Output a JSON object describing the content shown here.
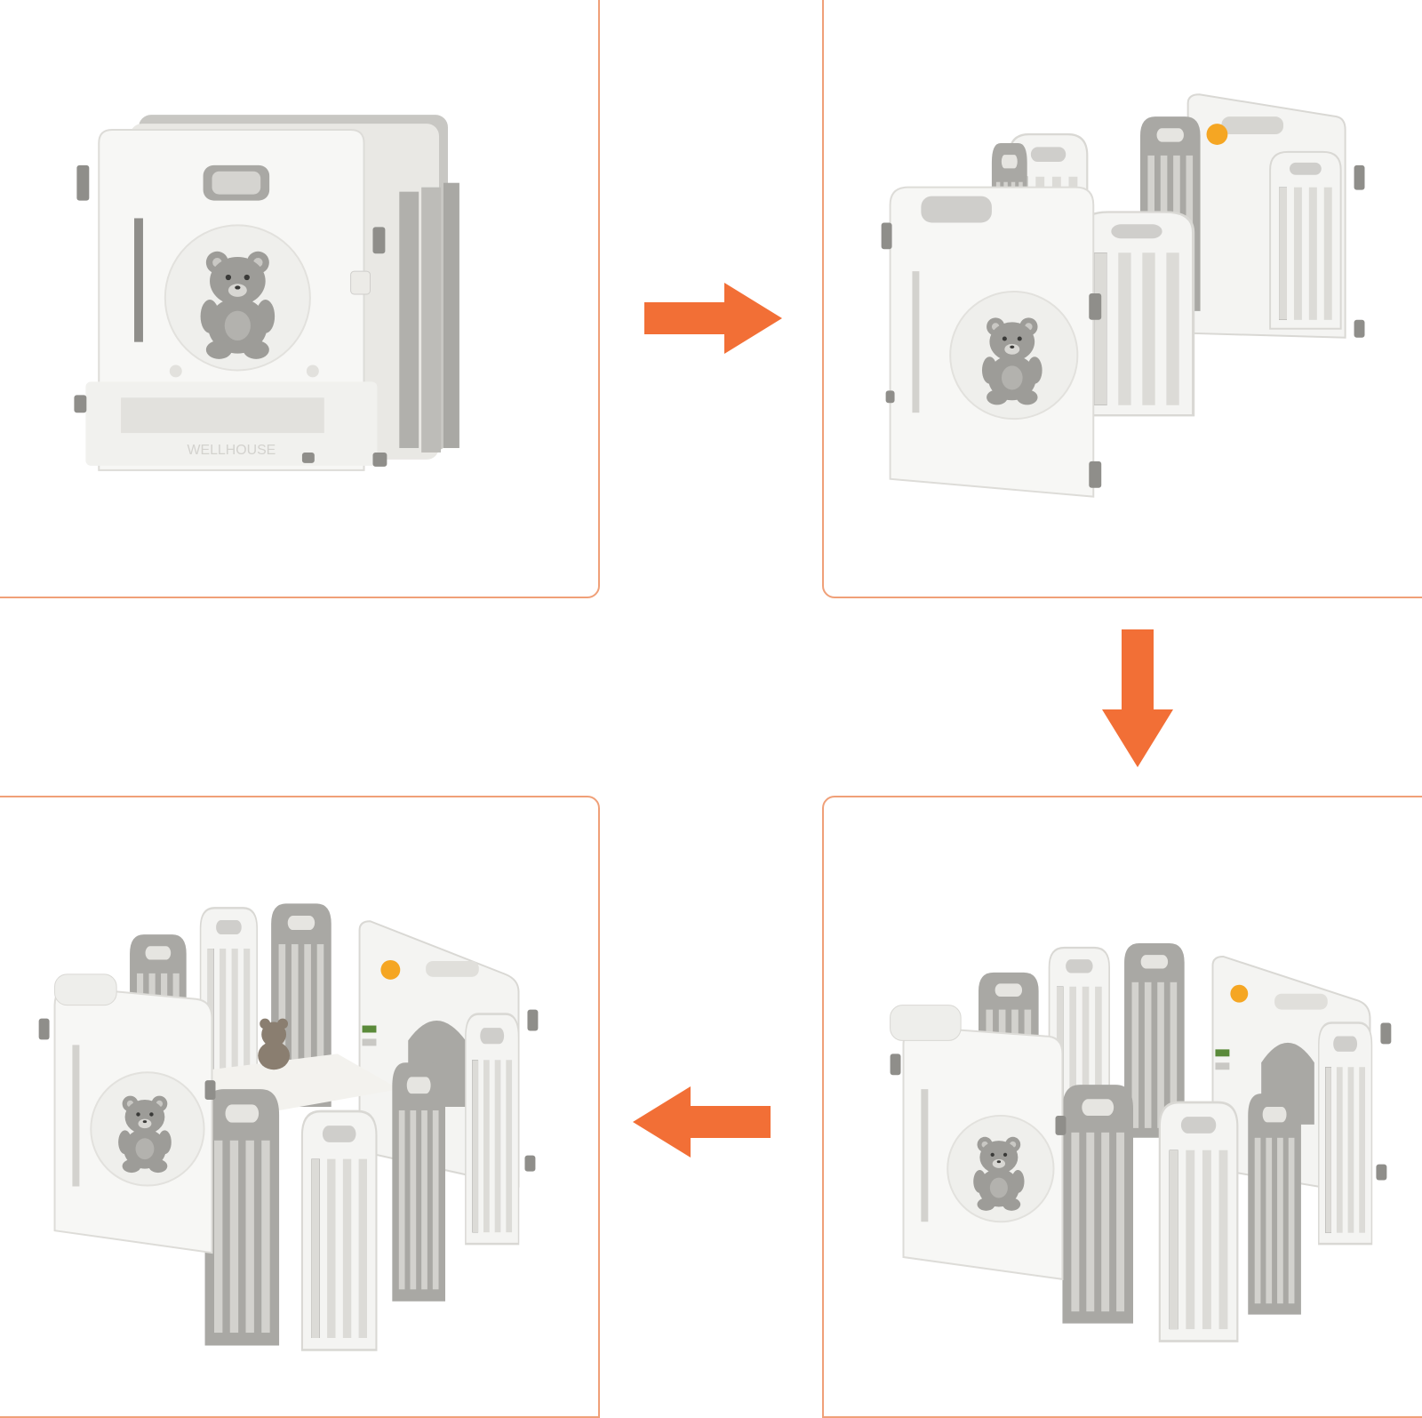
{
  "colors": {
    "frame": "#f0a078",
    "arrow": "#f26f36",
    "panel_white": "#f7f7f5",
    "panel_gray": "#a9a8a4",
    "connector": "#8f8e8a",
    "bear": "#9d9c98"
  },
  "steps": [
    {
      "name": "folded",
      "label": ""
    },
    {
      "name": "unfolding",
      "label": ""
    },
    {
      "name": "assembled-empty",
      "label": ""
    },
    {
      "name": "assembled-with-mat",
      "label": ""
    }
  ],
  "arrows": [
    "right",
    "down",
    "left"
  ],
  "brand_text": "WELLHOUSE",
  "icons": {
    "arrow_right": "arrow-right-icon",
    "arrow_down": "arrow-down-icon",
    "arrow_left": "arrow-left-icon",
    "bear": "bear-icon"
  }
}
